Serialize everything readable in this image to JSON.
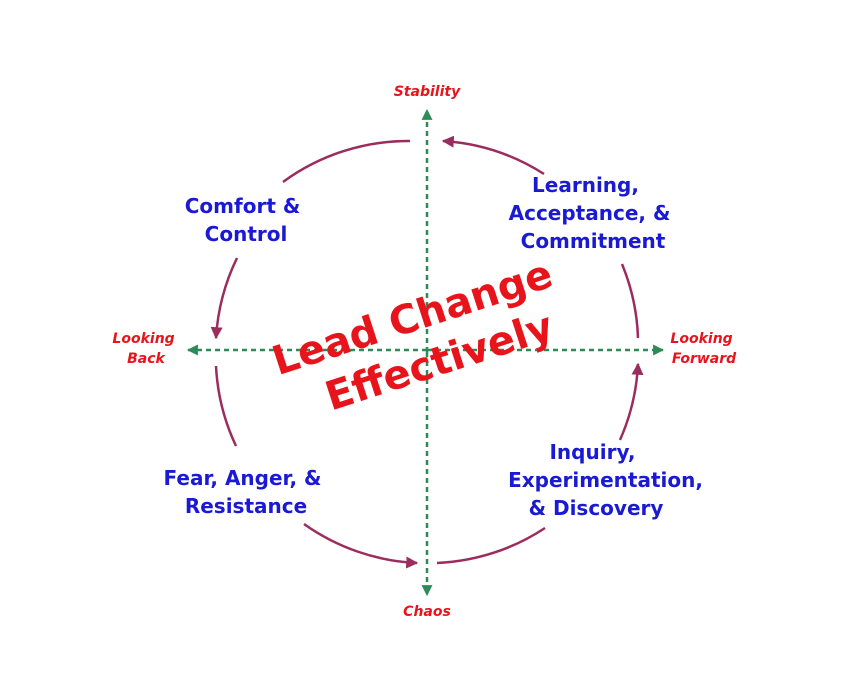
{
  "colors": {
    "axis_label": "#e8141b",
    "axis_line": "#2e8b57",
    "cycle_arrow": "#9b2c5e",
    "quadrant_text": "#1a1ad4",
    "center_title": "#e8141b",
    "background": "#ffffff"
  },
  "axes": {
    "top": "Stability",
    "bottom": "Chaos",
    "left": [
      "Looking",
      "Back"
    ],
    "right": [
      "Looking",
      "Forward"
    ]
  },
  "center_title": [
    "Lead Change",
    "Effectively"
  ],
  "quadrants": {
    "top_left": [
      "Comfort &",
      "Control"
    ],
    "top_right": [
      "Learning,",
      "Acceptance, &",
      "Commitment"
    ],
    "bottom_left": [
      "Fear, Anger, &",
      "Resistance"
    ],
    "bottom_right": [
      "Inquiry,",
      "Experimentation,",
      "& Discovery"
    ]
  }
}
